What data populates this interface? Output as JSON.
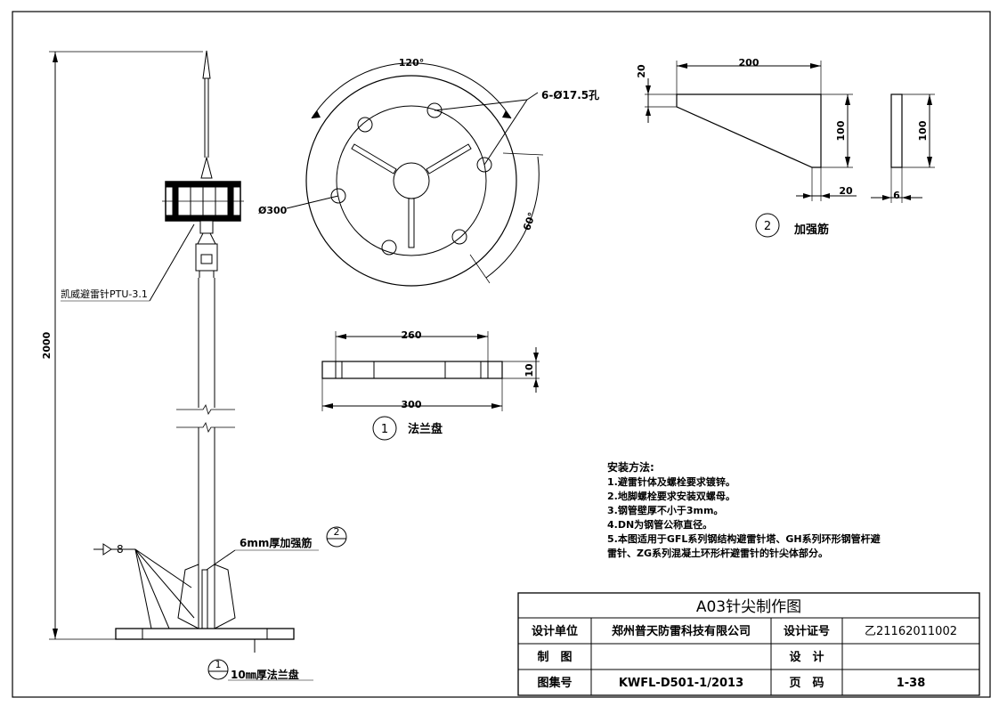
{
  "drawing": {
    "rod_label": "凯威避雷针PTU-3.1",
    "height_dim": "2000",
    "weld_symbol": "8",
    "rib_note": "6mm厚加强筋",
    "flange_note": "10㎜厚法兰盘",
    "callout_1": "1",
    "callout_2": "2",
    "plan": {
      "angle_top": "120°",
      "angle_side": "60°",
      "holes": "6-Ø17.5孔",
      "diameter": "Ø300"
    },
    "flange_section": {
      "dim_inner": "260",
      "dim_outer": "300",
      "dim_thickness": "10",
      "title_num": "1",
      "title": "法兰盘"
    },
    "rib_detail": {
      "dim_top_thk": "20",
      "dim_width": "200",
      "dim_height": "100",
      "dim_height2": "100",
      "dim_bottom": "20",
      "dim_plate": "6",
      "title_num": "2",
      "title": "加强筋"
    }
  },
  "notes": {
    "heading": "安装方法:",
    "items": [
      "1.避雷针体及螺栓要求镀锌。",
      "2.地脚螺栓要求安装双螺母。",
      "3.钢管壁厚不小于3mm。",
      "4.DN为钢管公称直径。",
      "5.本图适用于GFL系列钢结构避雷针塔、GH系列环形钢管杆避",
      "雷针、ZG系列混凝土环形杆避雷针的针尖体部分。"
    ]
  },
  "title_block": {
    "title": "A03针尖制作图",
    "design_unit_label": "设计单位",
    "design_unit_value": "郑州普天防雷科技有限公司",
    "cert_label": "设计证号",
    "cert_value": "乙21162011002",
    "drawing_label": "制　图",
    "drawing_value": "",
    "design_label": "设　计",
    "design_value": "",
    "atlas_label": "图集号",
    "atlas_value": "KWFL-D501-1/2013",
    "page_label": "页　码",
    "page_value": "1-38"
  }
}
